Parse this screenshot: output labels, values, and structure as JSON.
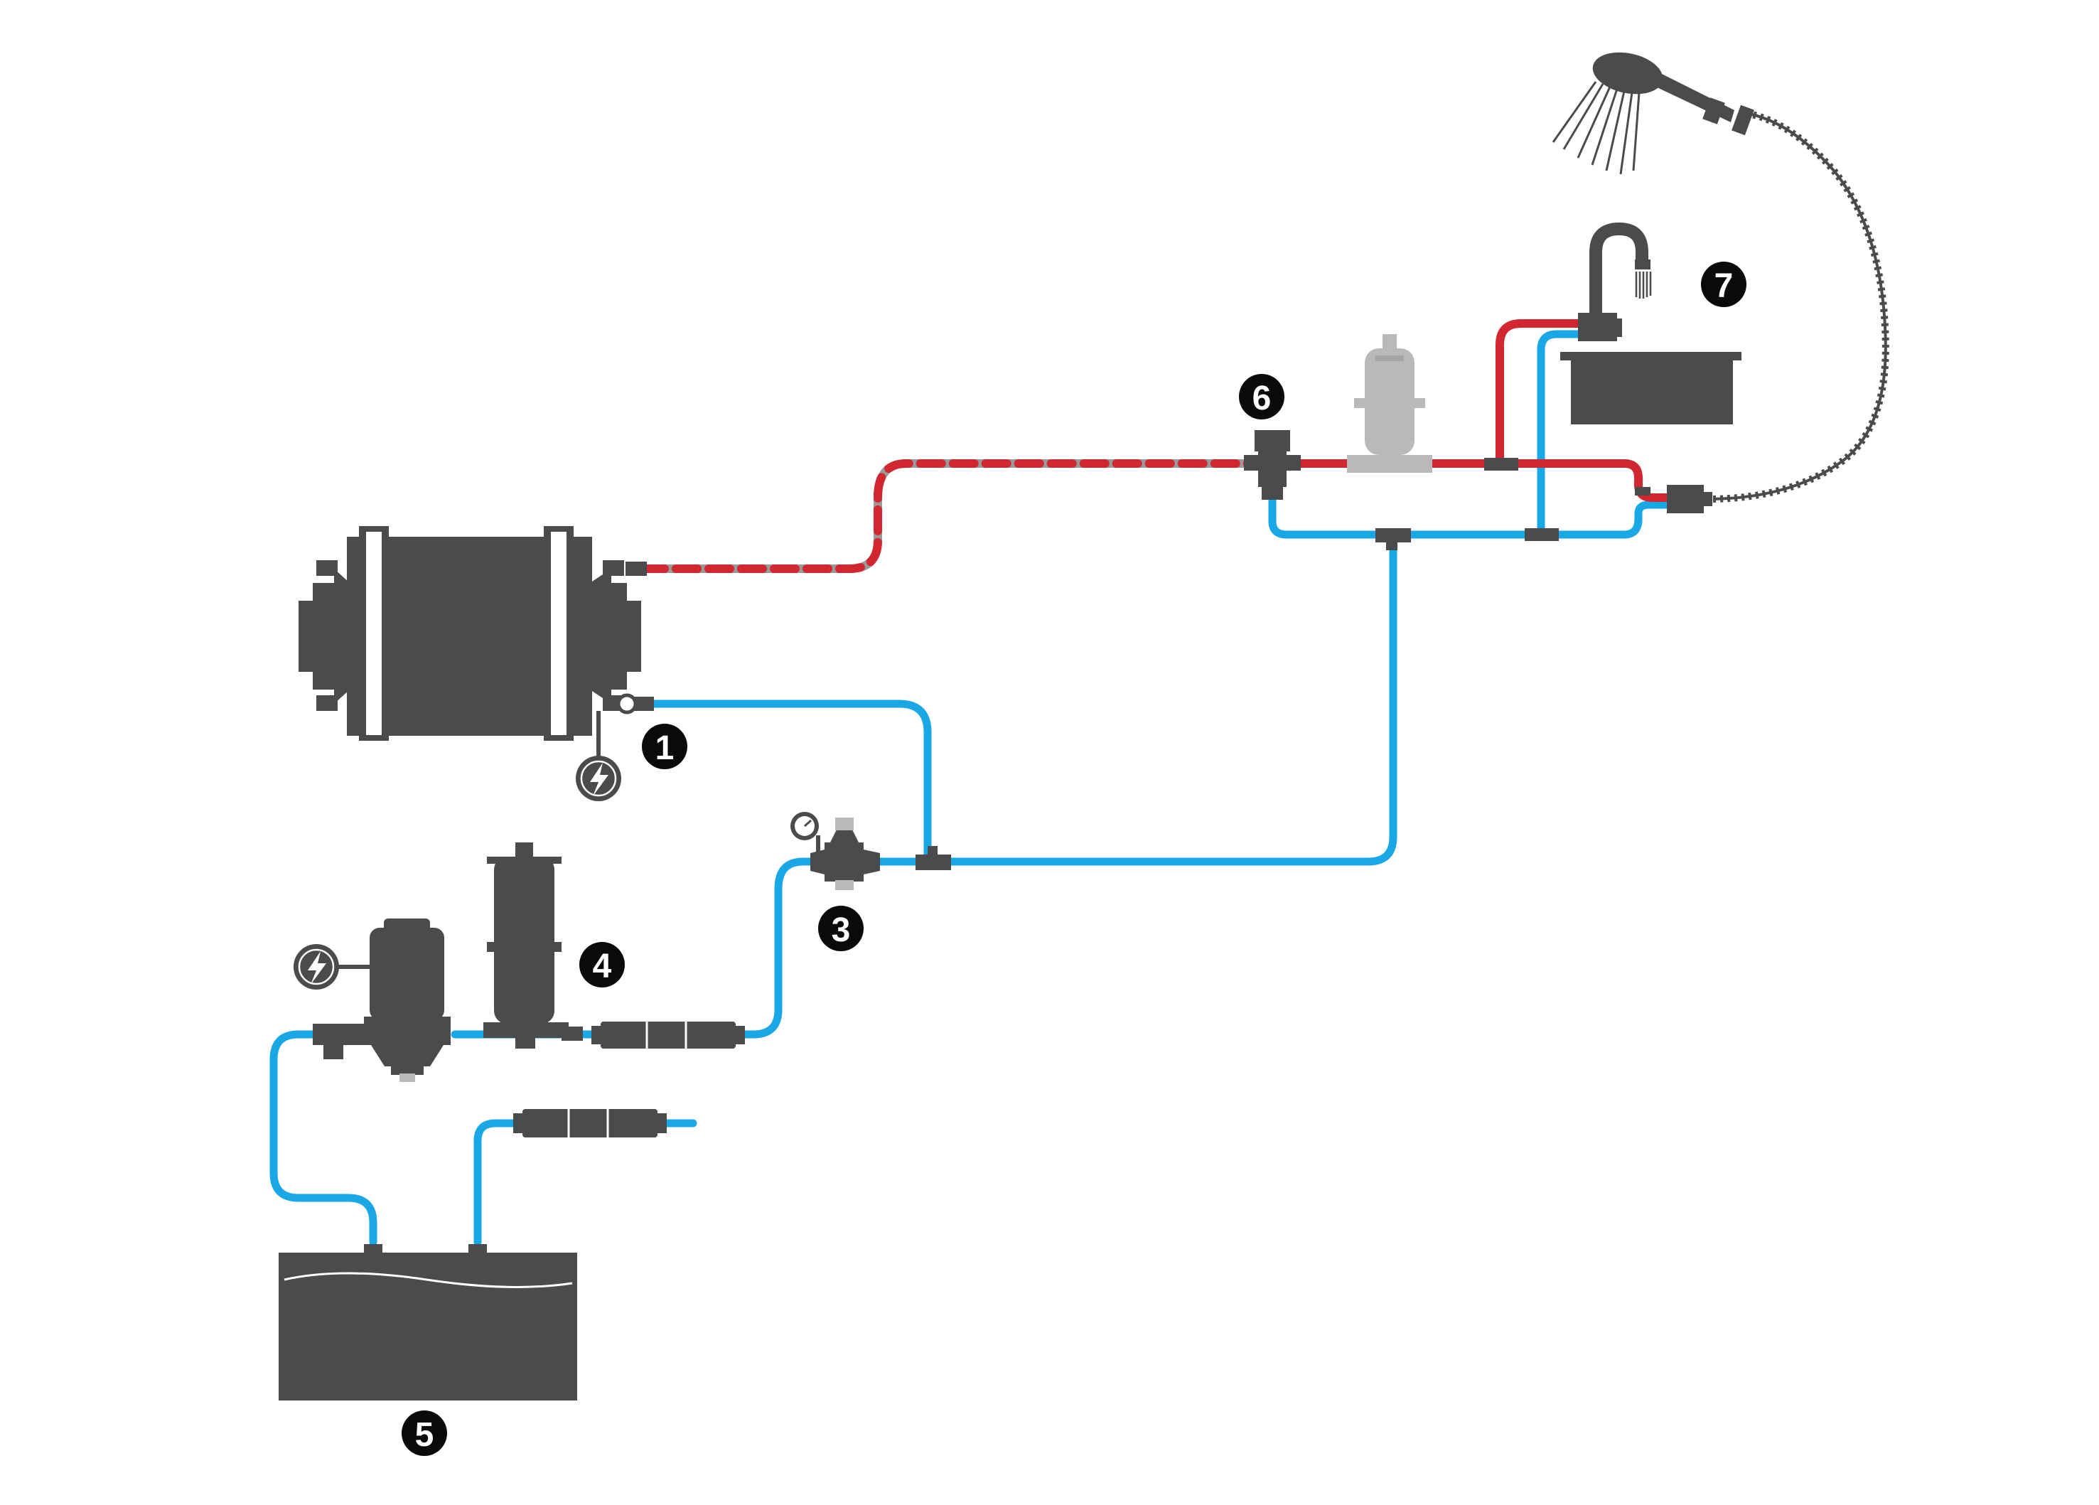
{
  "colors": {
    "hot": "#d22630",
    "cold": "#1aa7e5",
    "component": "#4a4b4d",
    "component_light": "#b8b9bb",
    "stripe": "#9a9a9a",
    "badge": "#0a0a0a",
    "background": "#ffffff"
  },
  "labels": {
    "n1": "1",
    "n3": "3",
    "n4": "4",
    "n5": "5",
    "n6": "6",
    "n7": "7"
  },
  "icons": [
    "lightning-icon",
    "pressure-gauge-icon",
    "shower-head-icon",
    "faucet-icon"
  ]
}
